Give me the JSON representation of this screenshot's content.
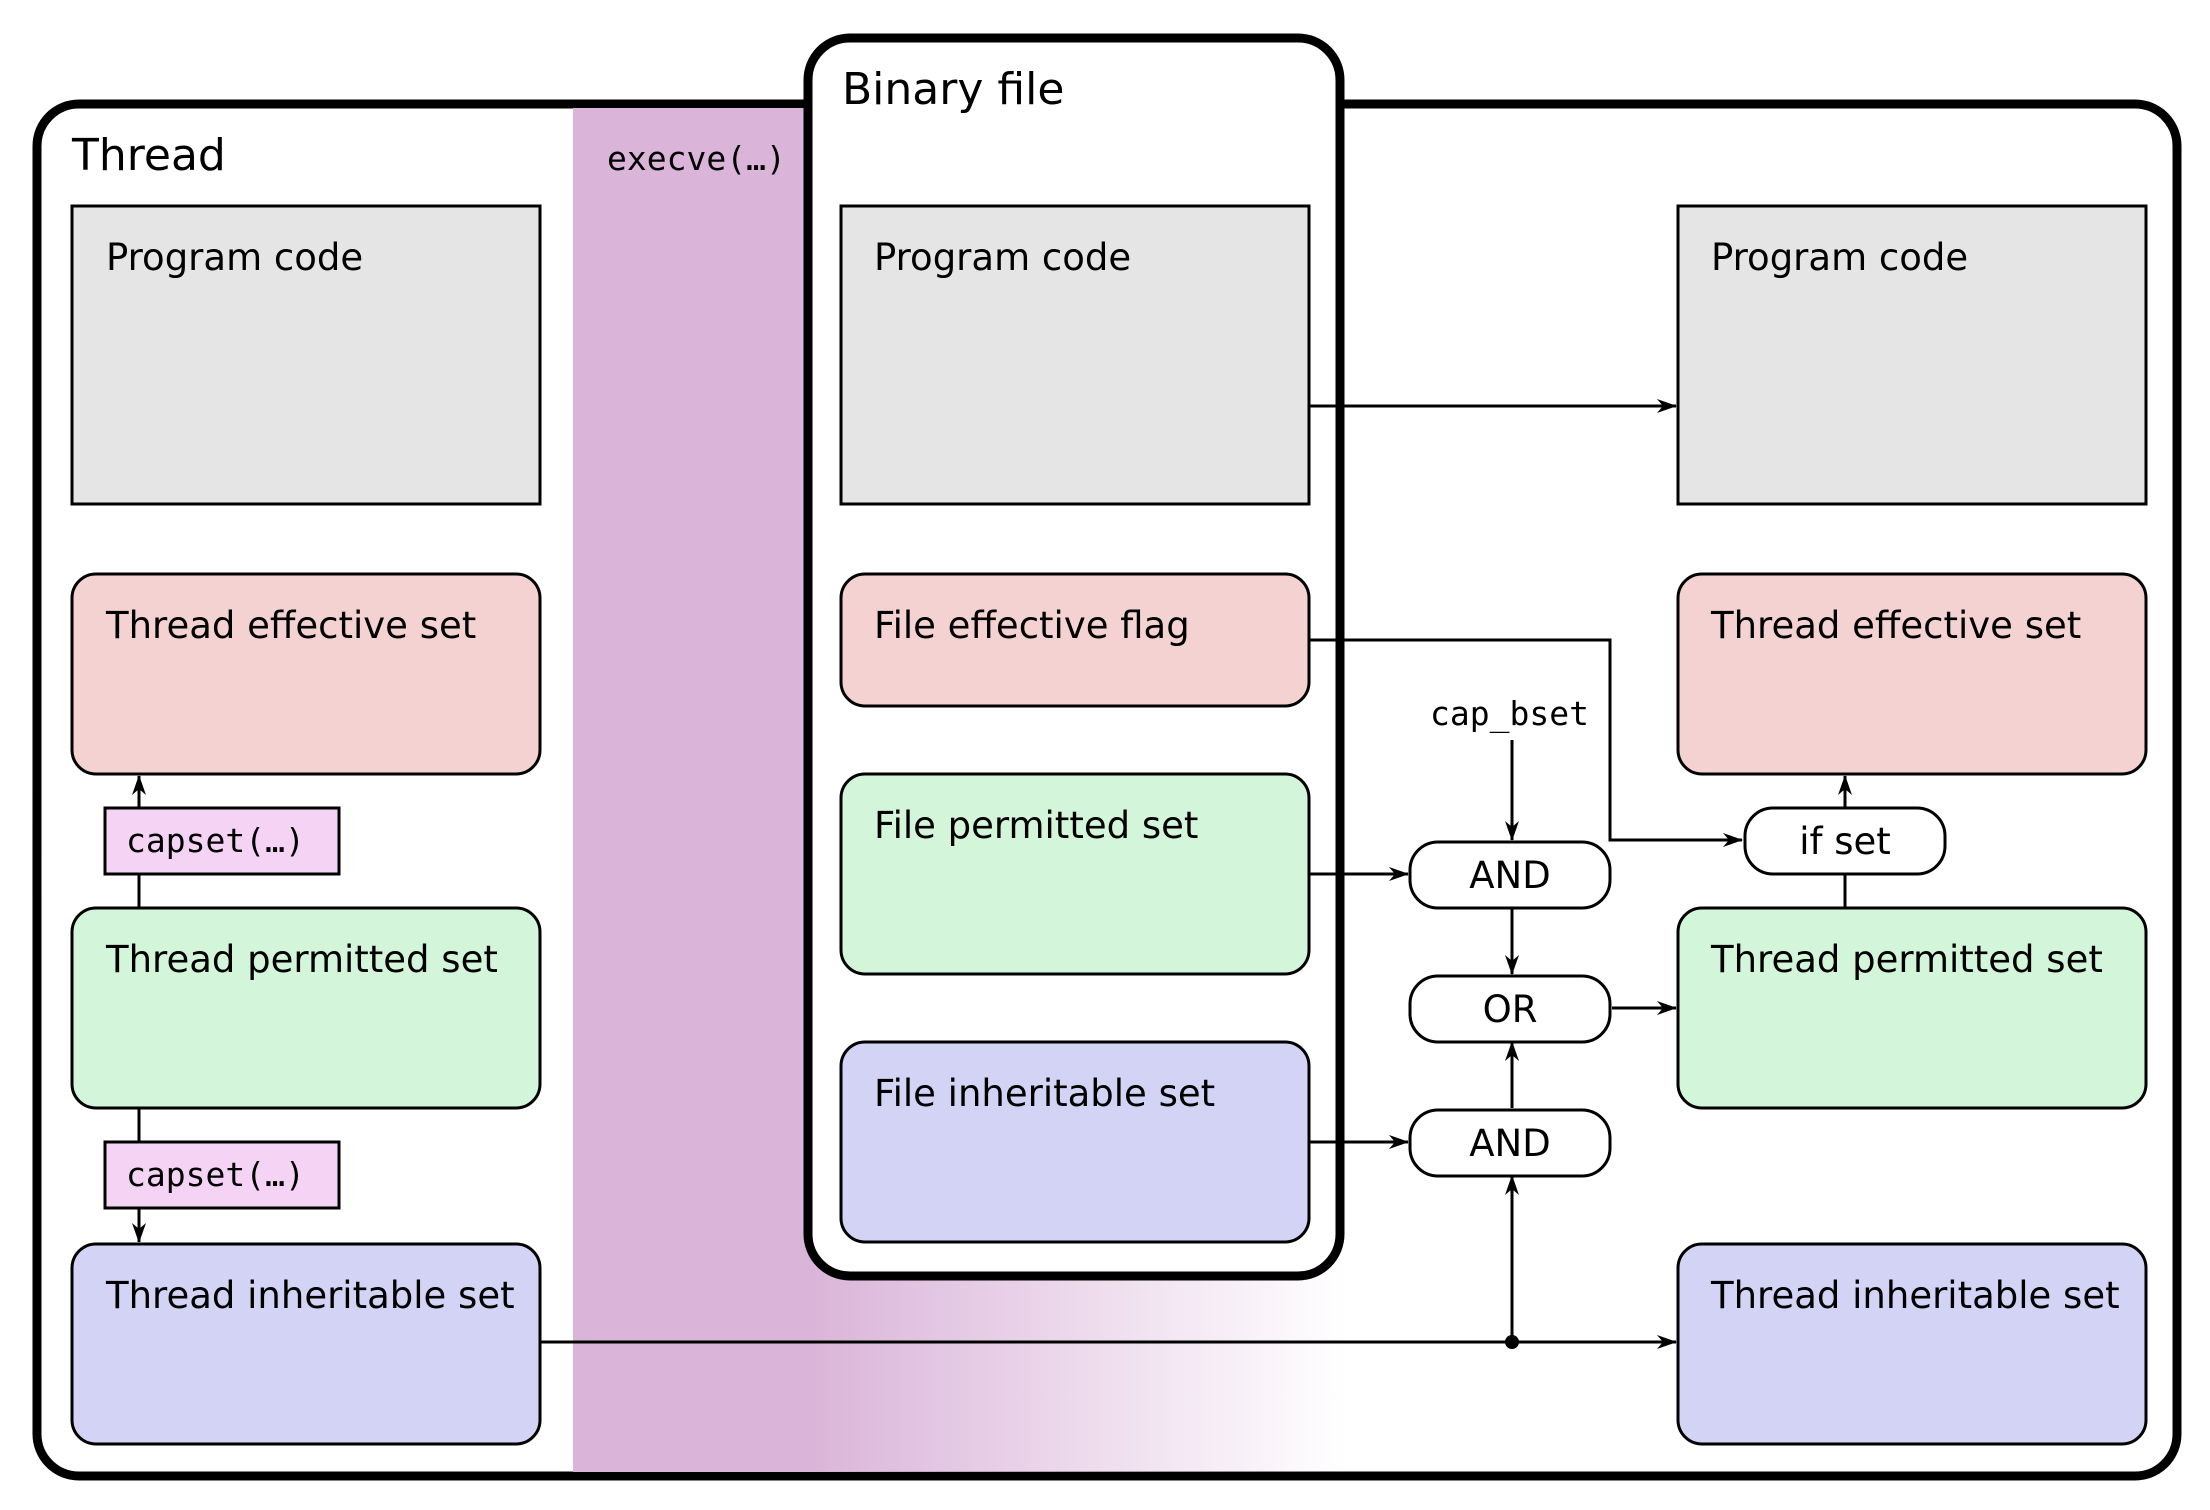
{
  "thread": {
    "title": "Thread"
  },
  "binary": {
    "title": "Binary file"
  },
  "execve": "execve(…)",
  "left": {
    "program_code": "Program code",
    "effective": "Thread effective set",
    "permitted": "Thread permitted set",
    "inheritable": "Thread inheritable set",
    "capset_top": "capset(…)",
    "capset_bottom": "capset(…)"
  },
  "file": {
    "program_code": "Program code",
    "effective_flag": "File effective flag",
    "permitted": "File permitted set",
    "inheritable": "File inheritable set"
  },
  "right": {
    "program_code": "Program code",
    "effective": "Thread effective set",
    "permitted": "Thread permitted set",
    "inheritable": "Thread inheritable set"
  },
  "gates": {
    "cap_bset": "cap_bset",
    "and_top": "AND",
    "or": "OR",
    "and_bottom": "AND",
    "if_set": "if set"
  },
  "colors": {
    "code_fill": "#e5e5e5",
    "effective_fill": "#f5d2d2",
    "permitted_fill": "#d3f5d9",
    "inheritable_fill": "#d3d3f5",
    "capset_fill": "#f5d3f5",
    "execve_band": "#dab4d9"
  }
}
